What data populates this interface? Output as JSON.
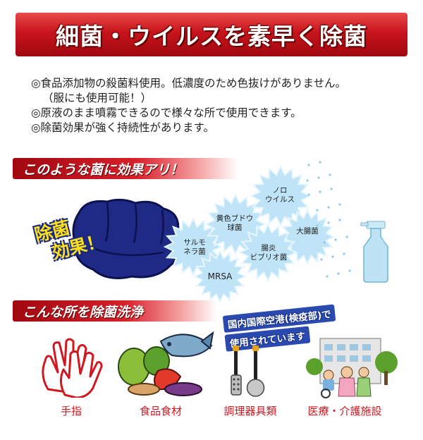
{
  "header": {
    "title": "細菌・ウイルスを素早く除菌"
  },
  "bullets": [
    "◎食品添加物の殺菌料使用。低濃度のため色抜けがありません。",
    "（服にも使用可能！）",
    "◎原液のまま噴霧できるので様々な所で使用できます。",
    "◎除菌効果が強く持続性があります。"
  ],
  "section1": {
    "title": "このような菌に効果アリ！",
    "badge_line1": "除菌",
    "badge_line2": "効果！",
    "germs": {
      "salmonella": "サルモ\nネラ菌",
      "staph": "黄色ブドウ\n球菌",
      "noro": "ノロ\nウイルス",
      "ecoli": "大腸菌",
      "vibrio": "腸炎\nビブリオ菌",
      "mrsa": "MRSA"
    }
  },
  "section2": {
    "title": "こんな所を除菌洗浄",
    "airport_line1": "国内国際空港(検疫部)で",
    "airport_line2": "使用されています",
    "captions": [
      "手指",
      "食品食材",
      "調理器具類",
      "医療・介護施設"
    ]
  },
  "colors": {
    "accent_red": "#c8141c",
    "burst_blue": "#bfe4f7",
    "fist_navy": "#1e2a86",
    "badge_yellow": "#ffe11a"
  }
}
